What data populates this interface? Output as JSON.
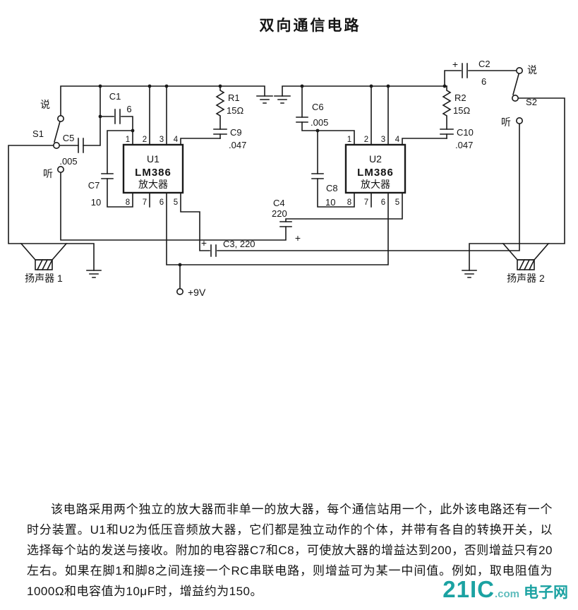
{
  "title": "双向通信电路",
  "station1": {
    "switch": {
      "ref": "S1",
      "talk": "说",
      "listen": "听"
    },
    "c5": {
      "ref": "C5",
      "val": ".005"
    },
    "c1": {
      "ref": "C1",
      "val": "6"
    },
    "c7": {
      "ref": "C7",
      "val": "10"
    },
    "ic": {
      "ref": "U1",
      "part": "LM386",
      "role": "放大器"
    },
    "pins_top": [
      "1",
      "2",
      "3",
      "4"
    ],
    "pins_bottom": [
      "8",
      "7",
      "6",
      "5"
    ],
    "r1": {
      "ref": "R1",
      "val": "15Ω"
    },
    "c9": {
      "ref": "C9",
      "val": ".047"
    },
    "c3": {
      "label": "C3, 220",
      "plus": "+"
    },
    "speaker": "扬声器 1"
  },
  "station2": {
    "switch": {
      "ref": "S2",
      "talk": "说",
      "listen": "听"
    },
    "c6": {
      "ref": "C6",
      "val": ".005"
    },
    "c2": {
      "ref": "C2",
      "val": "6",
      "plus": "+"
    },
    "c8": {
      "ref": "C8",
      "val": "10"
    },
    "ic": {
      "ref": "U2",
      "part": "LM386",
      "role": "放大器"
    },
    "pins_top": [
      "1",
      "2",
      "3",
      "4"
    ],
    "pins_bottom": [
      "8",
      "7",
      "6",
      "5"
    ],
    "r2": {
      "ref": "R2",
      "val": "15Ω"
    },
    "c10": {
      "ref": "C10",
      "val": ".047"
    },
    "speaker": "扬声器 2"
  },
  "shared": {
    "c4": {
      "ref": "C4",
      "val": "220",
      "plus": "+"
    },
    "supply": "+9V"
  },
  "description": "该电路采用两个独立的放大器而非单一的放大器，每个通信站用一个，此外该电路还有一个时分装置。U1和U2为低压音频放大器，它们都是独立动作的个体，并带有各自的转换开关，以选择每个站的发送与接收。附加的电容器C7和C8，可使放大器的增益达到200，否则增益只有20左右。如果在脚1和脚8之间连接一个RC串联电路，则增益可为某一中间值。例如，取电阻值为1000Ω和电容值为10μF时，增益约为150。",
  "watermark": {
    "brand": "21IC",
    "suffix": ".com",
    "tagline": "电子网"
  }
}
